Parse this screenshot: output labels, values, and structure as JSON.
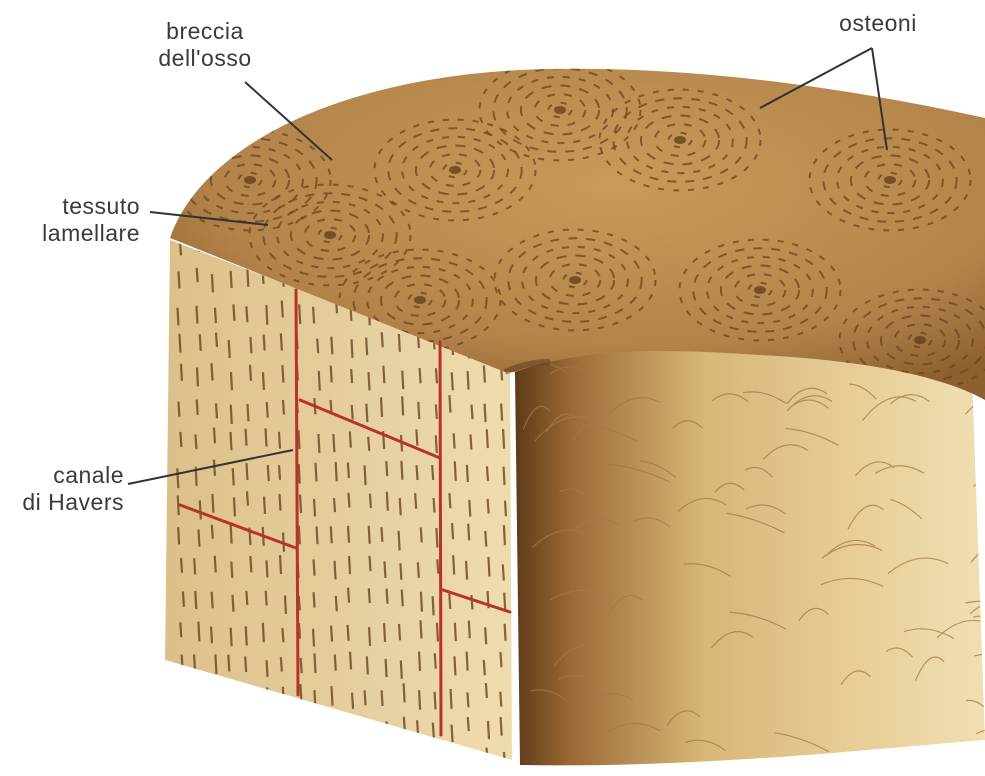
{
  "diagram": {
    "labels": {
      "breccia": {
        "line1": "breccia",
        "line2": "dell'osso"
      },
      "osteoni": {
        "line1": "osteoni"
      },
      "tessuto": {
        "line1": "tessuto",
        "line2": "lamellare"
      },
      "canale": {
        "line1": "canale",
        "line2": "di Havers"
      }
    },
    "colors": {
      "top_surface": "#b58a4a",
      "side_light": "#e9d3a1",
      "side_dark": "#8a5a28",
      "marks": "#6b4420",
      "canal": "#b8322a",
      "leader": "#333333"
    }
  }
}
